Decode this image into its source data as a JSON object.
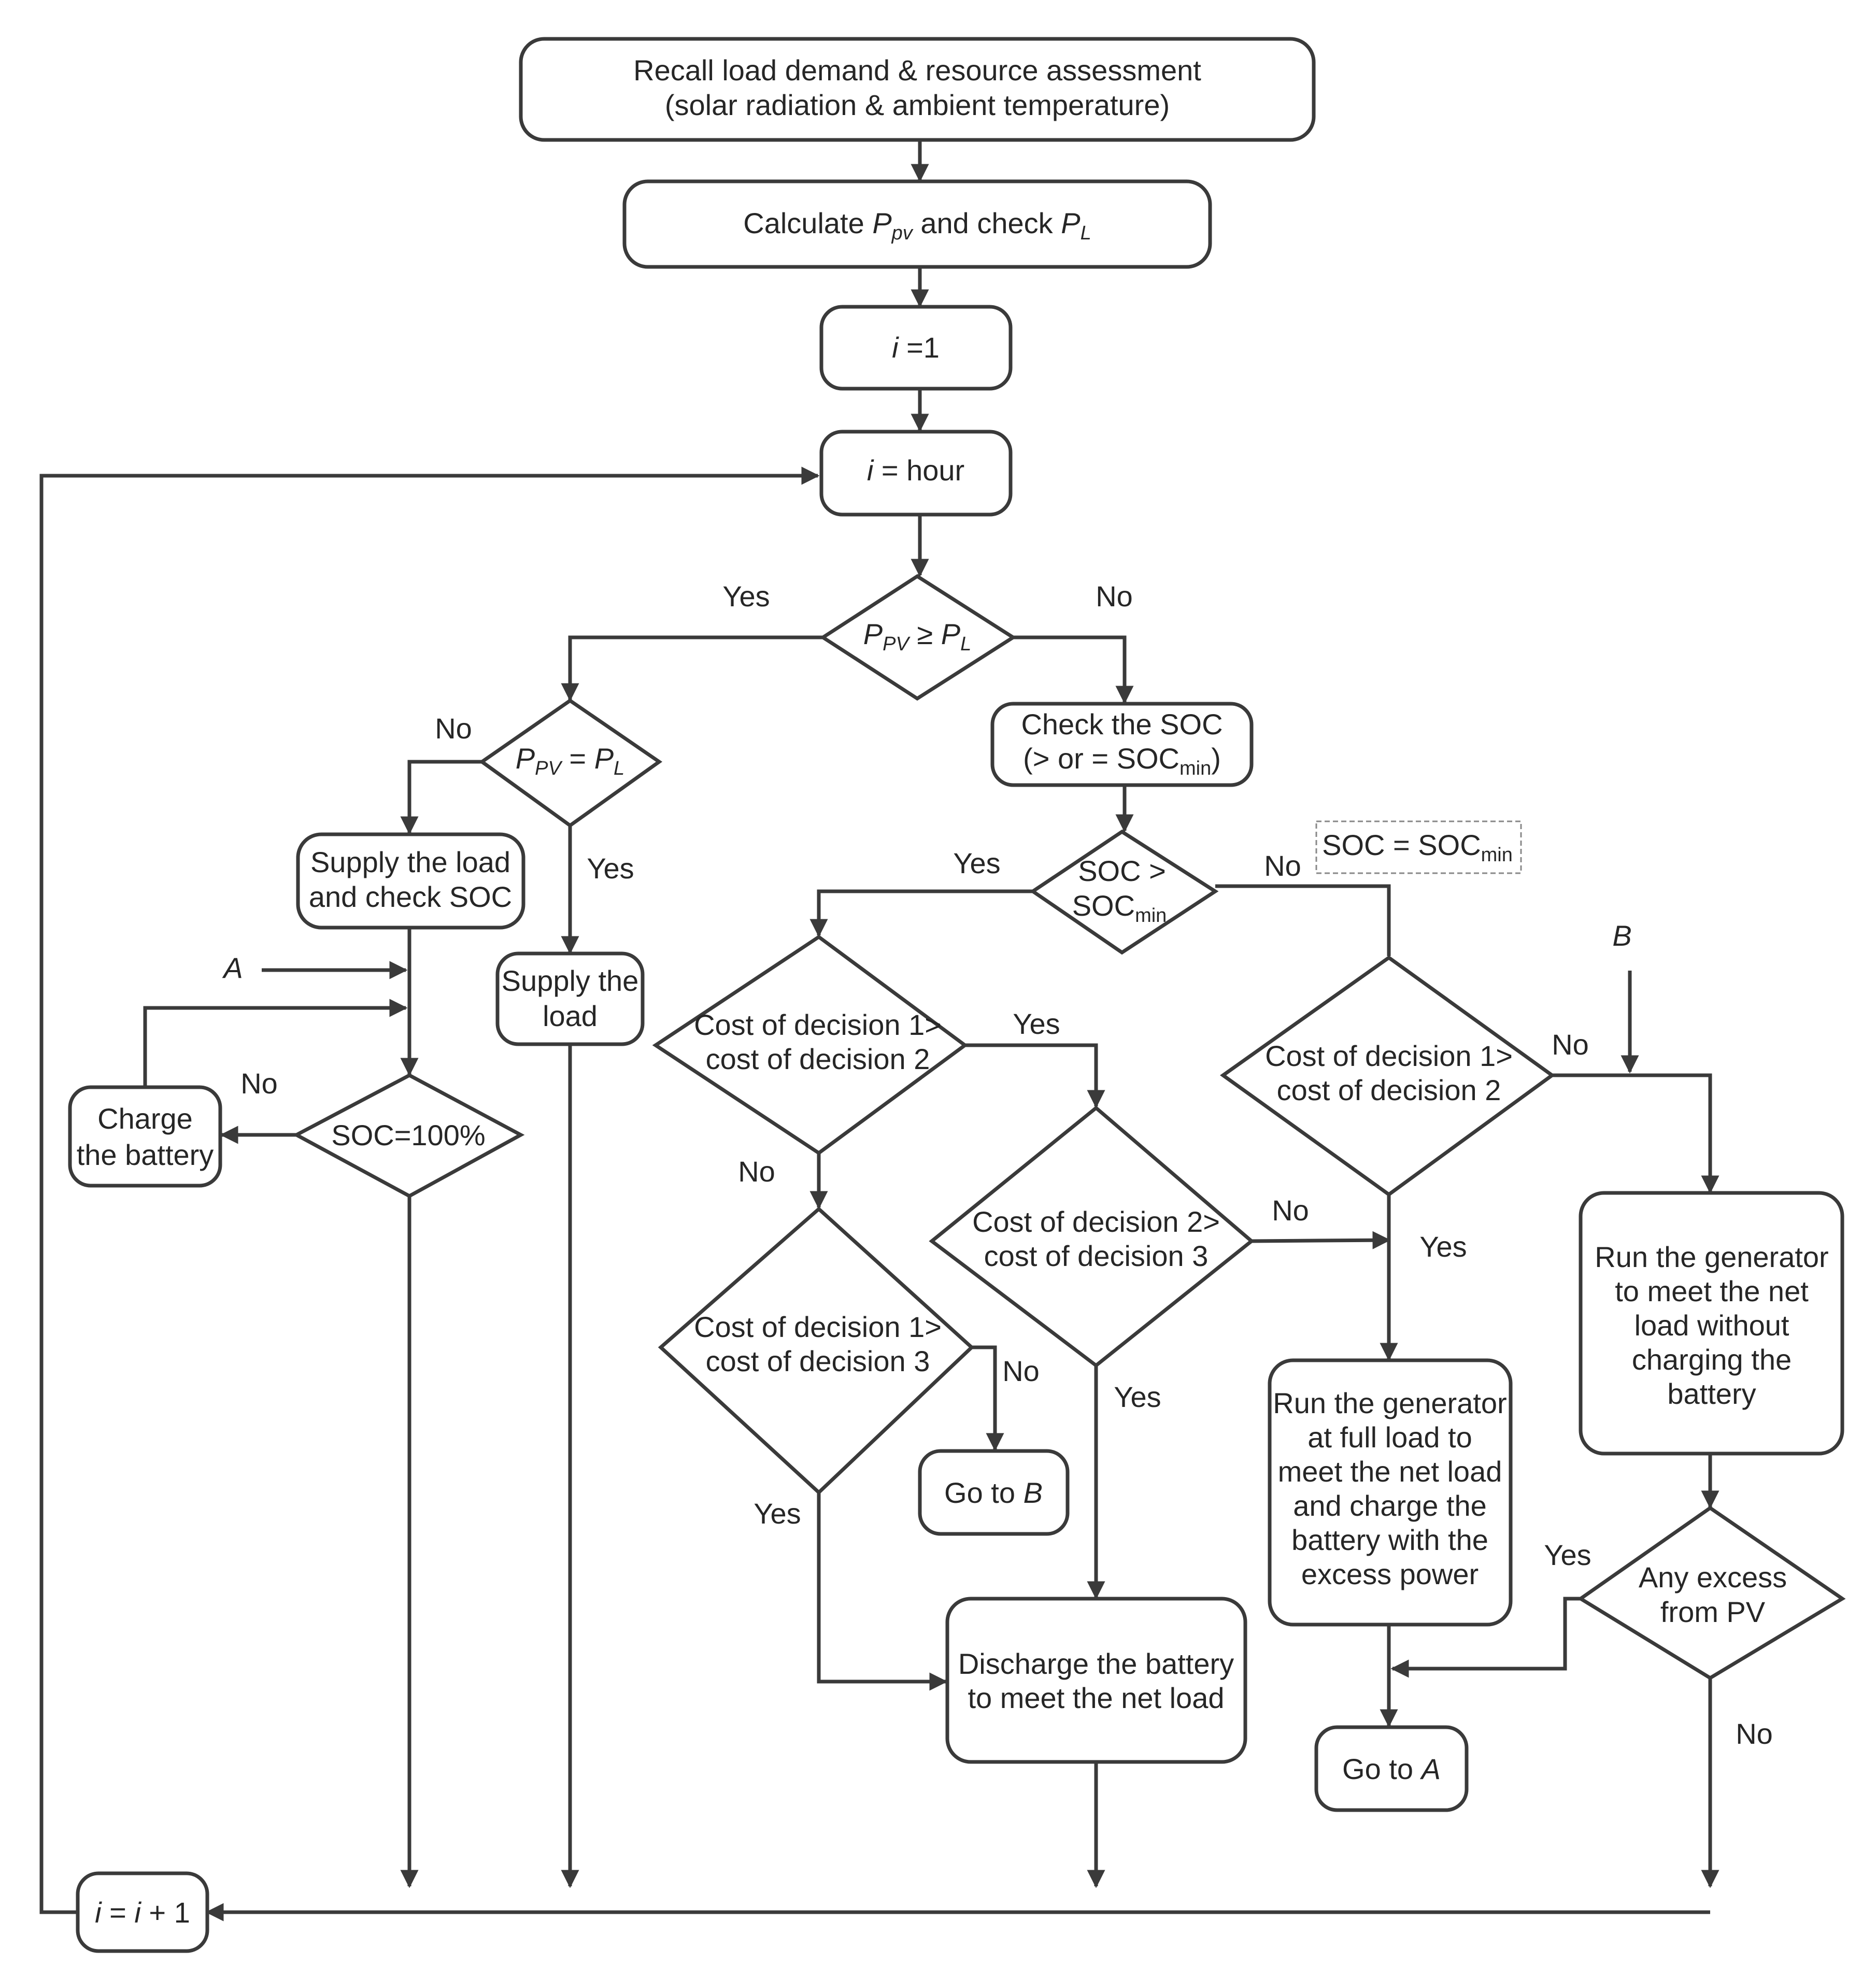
{
  "nodes": {
    "start": {
      "line1": "Recall load demand & resource assessment",
      "line2": "(solar radiation & ambient temperature)"
    },
    "calc": {
      "pre": "Calculate ",
      "ppv_p": "P",
      "ppv_sub": "pv",
      "mid": " and check ",
      "pl_p": "P",
      "pl_sub": "L"
    },
    "init": {
      "var": "i",
      "rest": " =1"
    },
    "hour": {
      "var": "i",
      "rest": " = hour"
    },
    "d_pv_ge": {
      "p1": "P",
      "s1": "PV",
      "op": " ≥ ",
      "p2": "P",
      "s2": "L"
    },
    "d_pv_eq": {
      "p1": "P",
      "s1": "PV",
      "op": " = ",
      "p2": "P",
      "s2": "L"
    },
    "check_soc": {
      "line1": "Check the SOC",
      "line2a": "(> or = SOC",
      "line2_sub": "min",
      "line2b": ")"
    },
    "soc_note": {
      "text": "SOC = SOC",
      "sub": "min"
    },
    "d_soc_gt": {
      "line1": "SOC >",
      "line2": "SOC",
      "line2_sub": "min"
    },
    "supply_check": {
      "line1": "Supply the load",
      "line2": "and check SOC"
    },
    "supply_load": {
      "line1": "Supply the",
      "line2": "load"
    },
    "charge_battery": {
      "line1": "Charge",
      "line2": "the battery"
    },
    "d_soc100": {
      "text": "SOC=100%"
    },
    "d_c12_left": {
      "line1": "Cost of decision 1>",
      "line2": "cost of decision 2"
    },
    "d_c13": {
      "line1": "Cost of decision 1>",
      "line2": "cost of decision 3"
    },
    "d_c23": {
      "line1": "Cost of decision 2>",
      "line2": "cost of decision 3"
    },
    "d_c12_right": {
      "line1": "Cost of decision 1>",
      "line2": "cost of decision 2"
    },
    "goto_b": {
      "text": "Go to ",
      "var": "B"
    },
    "goto_a": {
      "text": "Go to ",
      "var": "A"
    },
    "discharge": {
      "line1": "Discharge the battery",
      "line2": "to meet the net load"
    },
    "gen_full": {
      "line1": "Run the generator",
      "line2": "at full load to",
      "line3": "meet the net load",
      "line4": "and charge the",
      "line5": "battery with the",
      "line6": "excess power"
    },
    "gen_net": {
      "line1": "Run the generator",
      "line2": "to meet the net",
      "line3": "load without",
      "line4": "charging the",
      "line5": "battery"
    },
    "d_excess": {
      "line1": "Any excess",
      "line2": "from PV"
    },
    "increment": {
      "v1": "i",
      "eq": " = ",
      "v2": "i",
      "rest": " + 1"
    }
  },
  "labels": {
    "yes": "Yes",
    "no": "No",
    "connector_a": "A",
    "connector_b": "B"
  }
}
